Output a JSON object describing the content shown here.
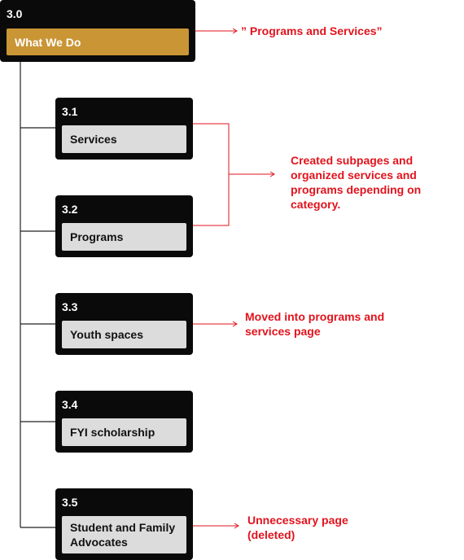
{
  "root": {
    "number": "3.0",
    "label": "What We Do",
    "note": "” Programs and Services”"
  },
  "children": [
    {
      "number": "3.1",
      "label": "Services"
    },
    {
      "number": "3.2",
      "label": "Programs"
    },
    {
      "number": "3.3",
      "label": "Youth spaces"
    },
    {
      "number": "3.4",
      "label": "FYI scholarship"
    },
    {
      "number": "3.5",
      "label": "Student and Family Advocates"
    }
  ],
  "notes": {
    "subpages": "Created subpages and organized services and programs depending on category.",
    "moved": "Moved into programs and services page",
    "unnecessary": "Unnecessary page (deleted)"
  },
  "colors": {
    "root_fill": "#c99535",
    "node_bg": "#0a0a0a",
    "child_fill": "#dcdcdc",
    "annotation": "#e1131d"
  }
}
